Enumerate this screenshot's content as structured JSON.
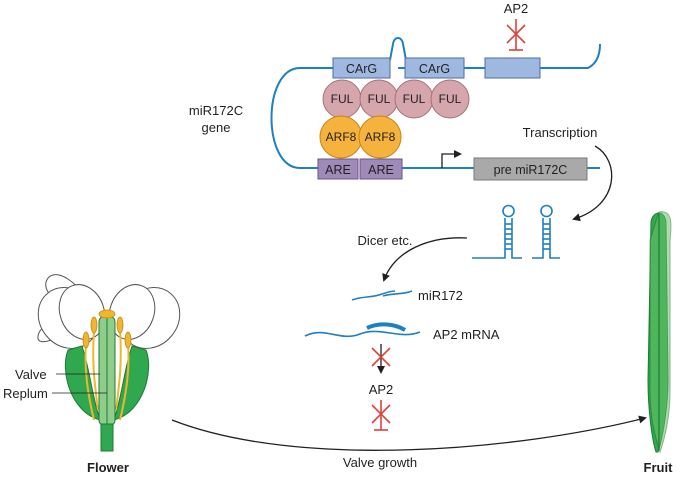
{
  "colors": {
    "dna_line": "#1e7fc2",
    "carg_box": "#9fb8e0",
    "carg_box_stroke": "#4a6ea8",
    "are_box": "#a08ab8",
    "are_box_stroke": "#6a5288",
    "ful_circle": "#d6a6ad",
    "ful_stroke": "#a5707a",
    "arf8_circle": "#f5b23c",
    "arf8_stroke": "#c8841a",
    "pre_mirna_box": "#a9a9a9",
    "inhibit": "#e0413a",
    "leaf_green": "#2fa84f",
    "dark_green": "#1f7a34",
    "light_green": "#8fce8a",
    "stamen_yellow": "#f0b62c"
  },
  "gene_label": "miR172C\ngene",
  "gene_label_lines": [
    "miR172C",
    "gene"
  ],
  "carg_labels": [
    "CArG",
    "CArG"
  ],
  "ful_labels": [
    "FUL",
    "FUL",
    "FUL",
    "FUL"
  ],
  "arf8_labels": [
    "ARF8",
    "ARF8"
  ],
  "are_labels": [
    "ARE",
    "ARE"
  ],
  "top_ap2_label": "AP2",
  "transcription_label": "Transcription",
  "pre_mirna_label": "pre miR172C",
  "dicer_label": "Dicer etc.",
  "mir172_label": "miR172",
  "ap2_mrna_label": "AP2 mRNA",
  "ap2_protein_label": "AP2",
  "valve_label": "Valve",
  "replum_label": "Replum",
  "flower_label": "Flower",
  "fruit_label": "Fruit",
  "valve_growth_label": "Valve growth"
}
